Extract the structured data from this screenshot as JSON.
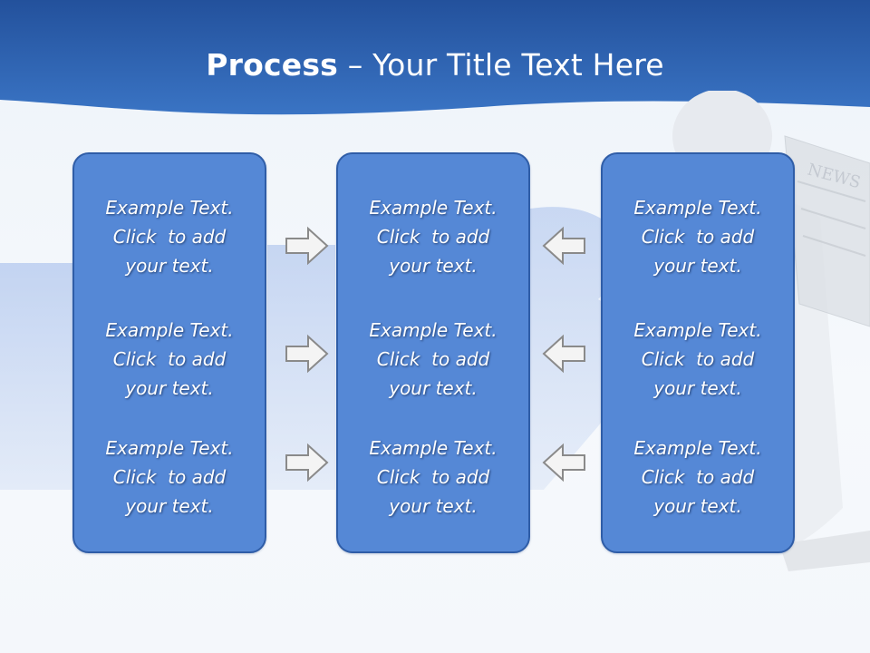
{
  "slide": {
    "title_bold": "Process",
    "title_rest": " – Your Title Text Here"
  },
  "colors": {
    "header_blue": "#2e63b0",
    "panel_fill": "#5588d6",
    "panel_border": "#2f5da7",
    "arrow_fill": "#f4f4f4",
    "arrow_stroke": "#8a8a8a"
  },
  "columns": [
    {
      "blocks": [
        {
          "line1": "Example Text.",
          "line2": "Click  to add",
          "line3": "your text."
        },
        {
          "line1": "Example Text.",
          "line2": "Click  to add",
          "line3": "your text."
        },
        {
          "line1": "Example Text.",
          "line2": "Click  to add",
          "line3": "your text."
        }
      ]
    },
    {
      "blocks": [
        {
          "line1": "Example Text.",
          "line2": "Click  to add",
          "line3": "your text."
        },
        {
          "line1": "Example Text.",
          "line2": "Click  to add",
          "line3": "your text."
        },
        {
          "line1": "Example Text.",
          "line2": "Click  to add",
          "line3": "your text."
        }
      ]
    },
    {
      "blocks": [
        {
          "line1": "Example Text.",
          "line2": "Click  to add",
          "line3": "your text."
        },
        {
          "line1": "Example Text.",
          "line2": "Click  to add",
          "line3": "your text."
        },
        {
          "line1": "Example Text.",
          "line2": "Click  to add",
          "line3": "your text."
        }
      ]
    }
  ],
  "arrows": {
    "left_to_center": "right-arrow-icon",
    "right_to_center": "left-arrow-icon"
  },
  "background_art": {
    "newspaper_label": "NEWS"
  }
}
